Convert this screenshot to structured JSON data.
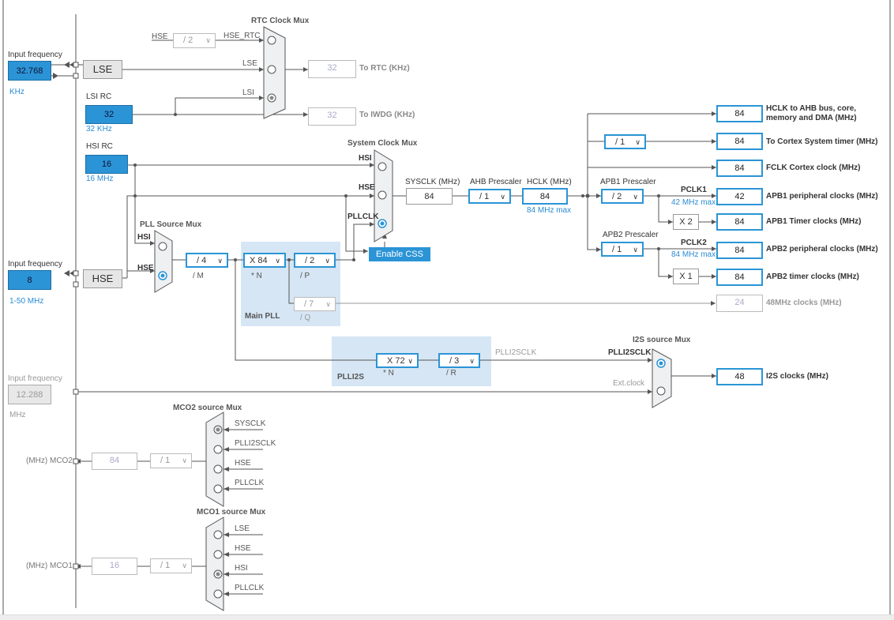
{
  "rtc_mux": {
    "title": "RTC Clock Mux",
    "hse": "HSE",
    "div": "/ 2",
    "hse_rtc": "HSE_RTC",
    "lse": "LSE",
    "lsi": "LSI",
    "out": "32",
    "out_label": "To RTC (KHz)"
  },
  "lse": {
    "freq_label": "Input frequency",
    "freq": "32.768",
    "unit": "KHz",
    "name": "LSE"
  },
  "lsi": {
    "label": "LSI RC",
    "value": "32",
    "unit": "32 KHz",
    "iwdg": "32",
    "iwdg_label": "To IWDG (KHz)"
  },
  "hsi": {
    "label": "HSI RC",
    "value": "16",
    "unit": "16 MHz"
  },
  "hse": {
    "freq_label": "Input frequency",
    "freq": "8",
    "range": "1-50 MHz",
    "name": "HSE"
  },
  "ext": {
    "freq_label": "Input frequency",
    "freq": "12.288",
    "unit": "MHz",
    "ext_clock": "Ext.clock"
  },
  "sys_mux": {
    "title": "System Clock Mux",
    "hsi": "HSI",
    "hse": "HSE",
    "pllclk": "PLLCLK",
    "enable_css": "Enable CSS"
  },
  "pll_mux": {
    "title": "PLL Source Mux",
    "hsi": "HSI",
    "hse": "HSE"
  },
  "main_pll": {
    "m_sel": "/ 4",
    "m": "/ M",
    "n_sel": "X 84",
    "n": "* N",
    "p_sel": "/ 2",
    "p": "/ P",
    "q_sel": "/ 7",
    "q": "/ Q",
    "title": "Main PLL"
  },
  "plli2s": {
    "n_sel": "X 72",
    "n": "* N",
    "r_sel": "/ 3",
    "r": "/ R",
    "title": "PLLI2S",
    "out": "PLLI2SCLK"
  },
  "sysclk": {
    "label": "SYSCLK (MHz)",
    "value": "84"
  },
  "ahb": {
    "label": "AHB Prescaler",
    "sel": "/ 1"
  },
  "hclk": {
    "label": "HCLK (MHz)",
    "value": "84",
    "max": "84 MHz max"
  },
  "apb1": {
    "label": "APB1 Prescaler",
    "sel": "/ 2",
    "pclk": "PCLK1",
    "max": "42 MHz max",
    "timer_mult": "X 2"
  },
  "apb2": {
    "label": "APB2 Prescaler",
    "sel": "/ 1",
    "pclk": "PCLK2",
    "max": "84 MHz max",
    "timer_mult": "X 1"
  },
  "cortex_div": "/ 1",
  "outputs": [
    {
      "value": "84",
      "label": "HCLK to AHB bus, core,",
      "label2": "memory and DMA (MHz)"
    },
    {
      "value": "84",
      "label": "To Cortex System timer (MHz)"
    },
    {
      "value": "84",
      "label": "FCLK Cortex clock (MHz)"
    },
    {
      "value": "42",
      "label": "APB1 peripheral clocks (MHz)"
    },
    {
      "value": "84",
      "label": "APB1 Timer clocks (MHz)"
    },
    {
      "value": "84",
      "label": "APB2 peripheral clocks (MHz)"
    },
    {
      "value": "84",
      "label": "APB2 timer clocks (MHz)"
    }
  ],
  "clk48": {
    "value": "24",
    "label": "48MHz clocks (MHz)"
  },
  "i2s": {
    "title": "I2S source Mux",
    "plli2sclk": "PLLI2SCLK",
    "value": "48",
    "label": "I2S clocks (MHz)"
  },
  "mco2": {
    "title": "MCO2 source Mux",
    "label": "(MHz) MCO2",
    "value": "84",
    "div": "/ 1",
    "inputs": [
      "SYSCLK",
      "PLLI2SCLK",
      "HSE",
      "PLLCLK"
    ]
  },
  "mco1": {
    "title": "MCO1 source Mux",
    "label": "(MHz) MCO1",
    "value": "16",
    "div": "/ 1",
    "inputs": [
      "LSE",
      "HSE",
      "HSI",
      "PLLCLK"
    ]
  }
}
